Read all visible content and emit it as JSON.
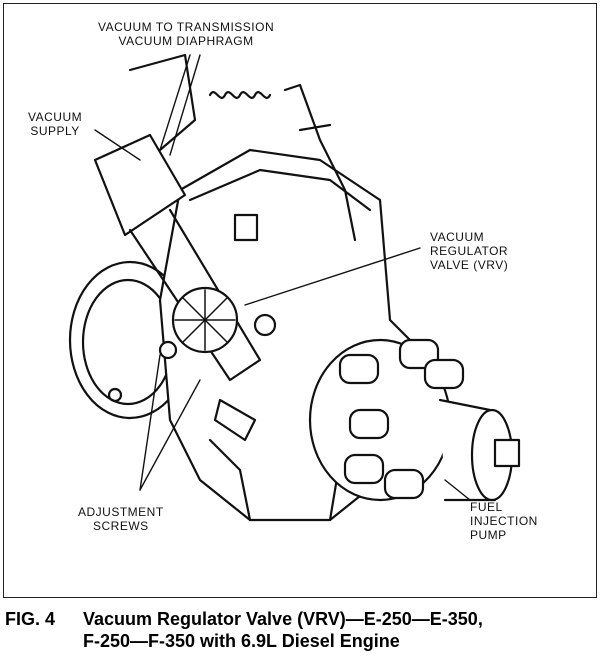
{
  "labels": {
    "vacuum_to_transmission": [
      "VACUUM TO TRANSMISSION",
      "VACUUM DIAPHRAGM"
    ],
    "vacuum_supply": [
      "VACUUM",
      "SUPPLY"
    ],
    "vrv": [
      "VACUUM",
      "REGULATOR",
      "VALVE (VRV)"
    ],
    "adjustment_screws": [
      "ADJUSTMENT",
      "SCREWS"
    ],
    "fuel_injection_pump": [
      "FUEL",
      "INJECTION",
      "PUMP"
    ]
  },
  "caption": {
    "figure": "FIG. 4",
    "line1": "Vacuum Regulator Valve (VRV)—E-250—E-350,",
    "line2": "F-250—F-350 with 6.9L Diesel Engine"
  }
}
